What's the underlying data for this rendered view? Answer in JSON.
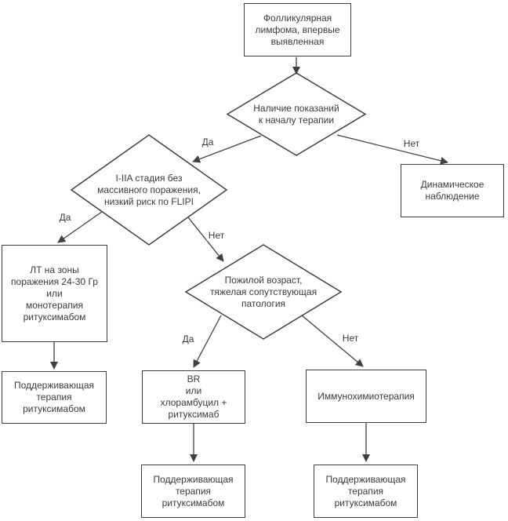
{
  "diagram": {
    "background_color": "#ffffff",
    "stroke_color": "#404040",
    "text_color": "#3a3a3a",
    "nodes": {
      "start": {
        "type": "process",
        "label": "Фолликулярная\nлимфома, впервые\nвыявленная"
      },
      "indication": {
        "type": "decision",
        "label": "Наличие показаний\nк началу терапии"
      },
      "observation": {
        "type": "process",
        "label": "Динамическое\nнаблюдение"
      },
      "stage": {
        "type": "decision",
        "label": "I-IIA стадия без\nмассивного поражения,\nнизкий риск по FLIPI"
      },
      "radiotherapy": {
        "type": "process",
        "label": "ЛТ на зоны\nпоражения 24-30 Гр\nили\nмонотерапия\nритуксимабом"
      },
      "maintenance_left": {
        "type": "process",
        "label": "Поддерживающая\nтерапия\nритуксимабом"
      },
      "elderly": {
        "type": "decision",
        "label": "Пожилой возраст,\nтяжелая сопутствующая\nпатология"
      },
      "br": {
        "type": "process",
        "label": "BR\nили\nхлорамбуцил +\nритуксимаб"
      },
      "immunochemo": {
        "type": "process",
        "label": "Иммунохимиотерапия"
      },
      "maintenance_mid": {
        "type": "process",
        "label": "Поддерживающая\nтерапия\nритуксимабом"
      },
      "maintenance_right": {
        "type": "process",
        "label": "Поддерживающая\nтерапия\nритуксимабом"
      }
    },
    "edge_labels": {
      "indication_yes": "Да",
      "indication_no": "Нет",
      "stage_yes": "Да",
      "stage_no": "Нет",
      "elderly_yes": "Да",
      "elderly_no": "Нет"
    }
  }
}
